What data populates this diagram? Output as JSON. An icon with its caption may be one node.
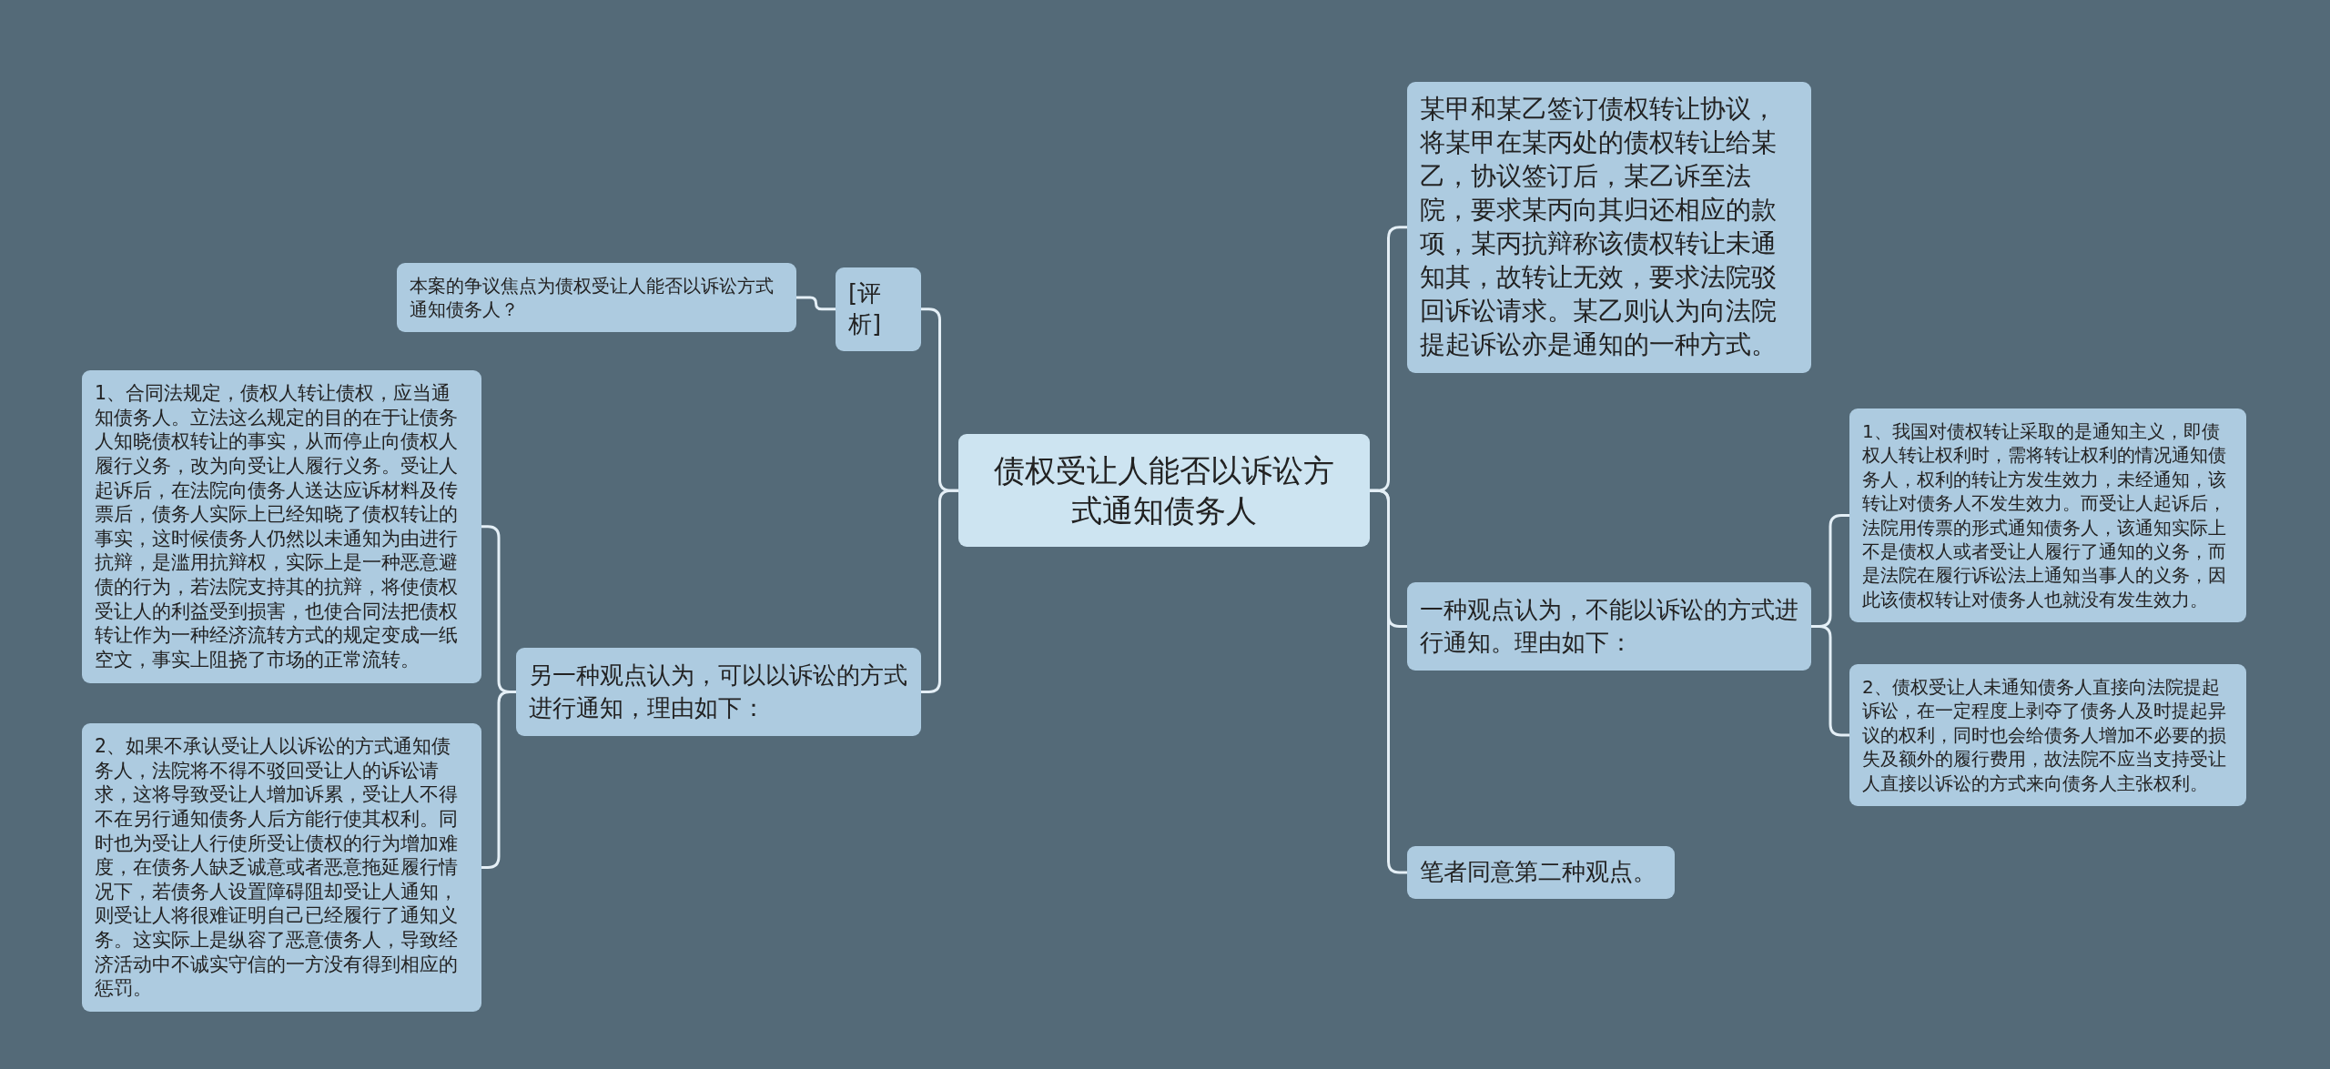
{
  "diagram": {
    "nodes": [
      {
        "text": [
          "债权受让人能否以诉讼方式通知债务人"
        ]
      },
      {
        "text": [
          "[评析]"
        ]
      },
      {
        "text": [
          "本案的争议焦点为债权受让人能否以诉讼方式通知债务人？"
        ]
      },
      {
        "text": [
          "另一种观点认为，可以以诉讼的方式进行通知，理由如下："
        ]
      },
      {
        "text": [
          "1、合同法规定，债权人转让债权，应当通知债务人。立法这么规定的目的在于让债务人知晓债权转让的事实，从而停止向债权人履行义务，改为向受让人履行义务。受让人起诉后，在法院向债务人送达应诉材料及传票后，债务人实际上已经知晓了债权转让的事实，这时候债务人仍然以未通知为由进行抗辩，是滥用抗辩权，实际上是一种恶意避债的行为，若法院支持其的抗辩，将使债权受让人的利益受到损害，也使合同法把债权转让作为一种经济流转方式的规定变成一纸空文，事实上阻挠了市场的正常流转。"
        ]
      },
      {
        "text": [
          "2、如果不承认受让人以诉讼的方式通知债务人，法院将不得不驳回受让人的诉讼请求，这将导致受让人增加诉累，受让人不得不在另行通知债务人后方能行使其权利。同时也为受让人行使所受让债权的行为增加难度，在债务人缺乏诚意或者恶意拖延履行情况下，若债务人设置障碍阻却受让人通知，则受让人将很难证明自己已经履行了通知义务。这实际上是纵容了恶意债务人，导致经济活动中不诚实守信的一方没有得到相应的惩罚。"
        ]
      },
      {
        "text": [
          "某甲和某乙签订债权转让协议，将某甲在某丙处的债权转让给某乙，协议签订后，某乙诉至法院，要求某丙向其归还相应的款项，某丙抗辩称该债权转让未通知其，故转让无效，要求法院驳回诉讼请求。某乙则认为向法院提起诉讼亦是通知的一种方式。"
        ]
      },
      {
        "text": [
          "一种观点认为，不能以诉讼的方式进行通知。理由如下："
        ]
      },
      {
        "text": [
          "1、我国对债权转让采取的是通知主义，即债权人转让权利时，需将转让权利的情况通知债务人，权利的转让方发生效力，未经通知，该转让对债务人不发生效力。而受让人起诉后，法院用传票的形式通知债务人，该通知实际上不是债权人或者受让人履行了通知的义务，而是法院在履行诉讼法上通知当事人的义务，因此该债权转让对债务人也就没有发生效力。"
        ]
      },
      {
        "text": [
          "2、债权受让人未通知债务人直接向法院提起诉讼，在一定程度上剥夺了债务人及时提起异议的权利，同时也会给债务人增加不必要的损失及额外的履行费用，故法院不应当支持受让人直接以诉讼的方式来向债务人主张权利。"
        ]
      },
      {
        "text": [
          "笔者同意第二种观点。"
        ]
      }
    ],
    "edges": [
      {
        "from": 0,
        "to": 1,
        "arrow": "none"
      },
      {
        "from": 1,
        "to": 2,
        "arrow": "none"
      },
      {
        "from": 0,
        "to": 3,
        "arrow": "none"
      },
      {
        "from": 3,
        "to": 4,
        "arrow": "none"
      },
      {
        "from": 3,
        "to": 5,
        "arrow": "none"
      },
      {
        "from": 0,
        "to": 6,
        "arrow": "none"
      },
      {
        "from": 0,
        "to": 7,
        "arrow": "none"
      },
      {
        "from": 7,
        "to": 8,
        "arrow": "none"
      },
      {
        "from": 7,
        "to": 9,
        "arrow": "none"
      },
      {
        "from": 0,
        "to": 10,
        "arrow": "none"
      }
    ]
  }
}
